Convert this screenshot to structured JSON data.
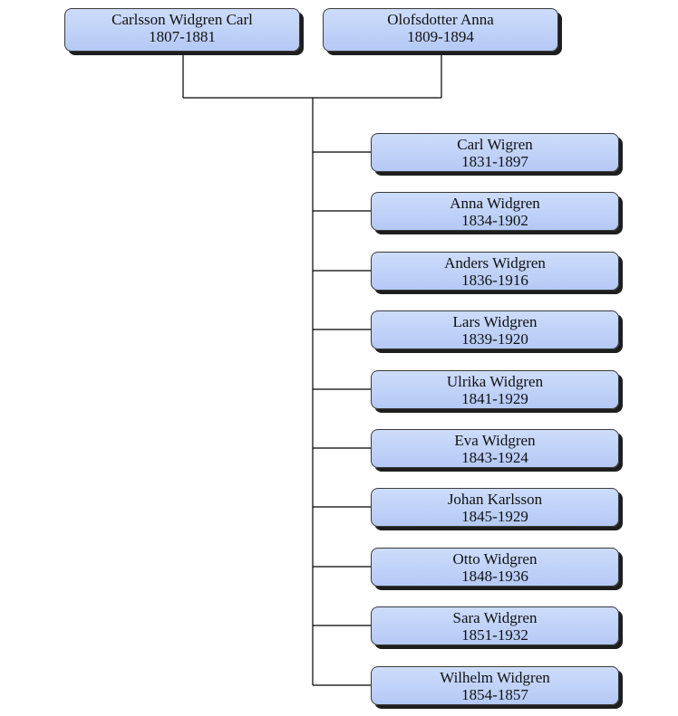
{
  "colors": {
    "box_fill": "#bfd1f8",
    "box_border": "#3a3a3a",
    "shadow": "#1e1e1e",
    "connector": "#000000"
  },
  "parents": [
    {
      "name": "Carlsson Widgren Carl",
      "years": "1807-1881"
    },
    {
      "name": "Olofsdotter Anna",
      "years": "1809-1894"
    }
  ],
  "children": [
    {
      "name": "Carl Wigren",
      "years": "1831-1897"
    },
    {
      "name": "Anna Widgren",
      "years": "1834-1902"
    },
    {
      "name": "Anders Widgren",
      "years": "1836-1916"
    },
    {
      "name": "Lars Widgren",
      "years": "1839-1920"
    },
    {
      "name": "Ulrika Widgren",
      "years": "1841-1929"
    },
    {
      "name": "Eva Widgren",
      "years": "1843-1924"
    },
    {
      "name": "Johan Karlsson",
      "years": "1845-1929"
    },
    {
      "name": "Otto Widgren",
      "years": "1848-1936"
    },
    {
      "name": "Sara Widgren",
      "years": "1851-1932"
    },
    {
      "name": "Wilhelm Widgren",
      "years": "1854-1857"
    }
  ]
}
